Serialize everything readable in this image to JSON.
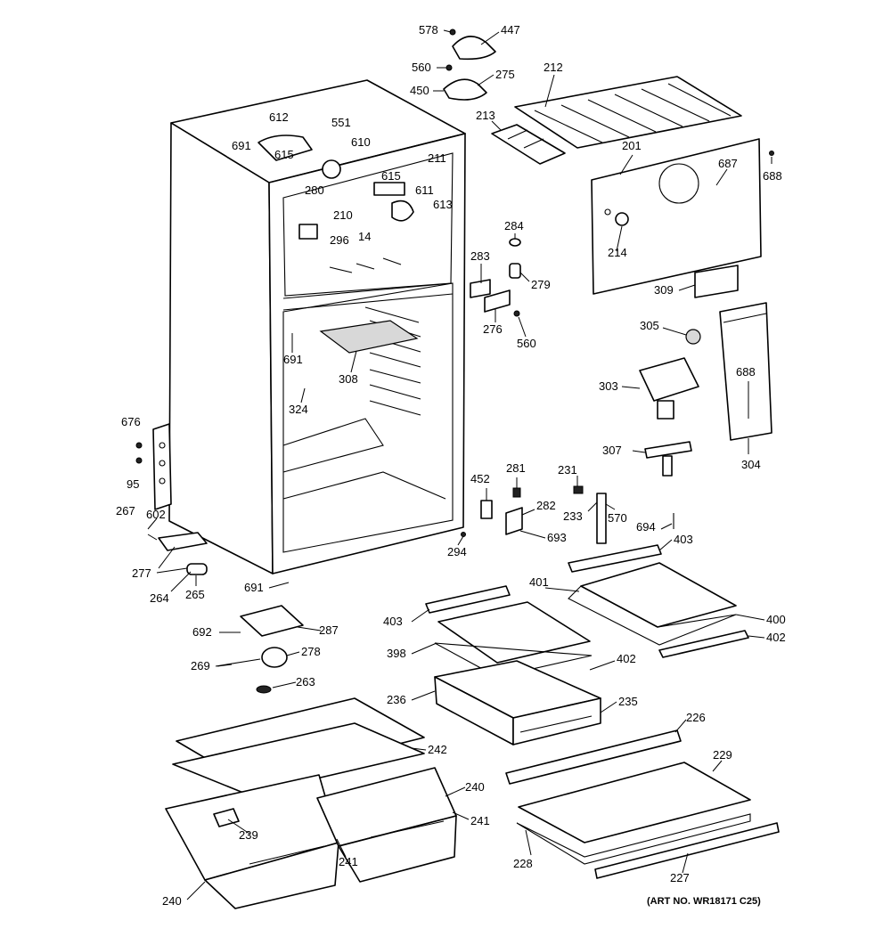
{
  "diagram": {
    "art_number": "(ART NO. WR18171 C25)",
    "labels": [
      "578",
      "447",
      "560",
      "275",
      "450",
      "212",
      "213",
      "201",
      "687",
      "688",
      "612",
      "551",
      "691",
      "615",
      "610",
      "211",
      "280",
      "615",
      "611",
      "613",
      "210",
      "14",
      "296",
      "284",
      "283",
      "279",
      "276",
      "560",
      "214",
      "309",
      "305",
      "303",
      "688",
      "304",
      "691",
      "308",
      "324",
      "307",
      "676",
      "95",
      "267",
      "602",
      "277",
      "264",
      "265",
      "691",
      "294",
      "452",
      "281",
      "282",
      "693",
      "231",
      "233",
      "570",
      "694",
      "403",
      "403",
      "401",
      "400",
      "402",
      "398",
      "402",
      "692",
      "287",
      "269",
      "278",
      "263",
      "236",
      "235",
      "226",
      "242",
      "229",
      "240",
      "241",
      "239",
      "241",
      "240",
      "228",
      "227"
    ]
  }
}
